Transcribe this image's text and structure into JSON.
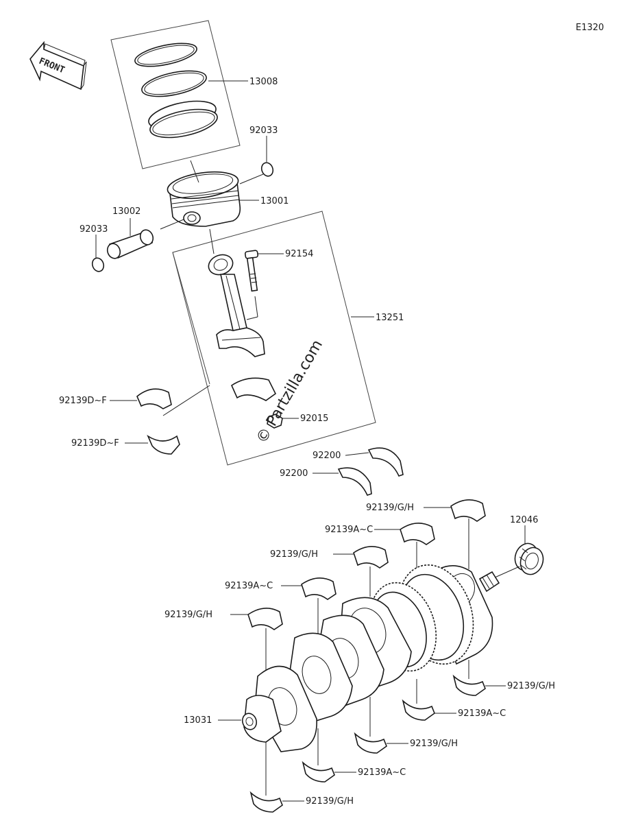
{
  "diagram_code": "E1320",
  "front_label": "FRONT",
  "watermark": "© Partzilla.com",
  "callouts": {
    "c13008": "13008",
    "c92033_right": "92033",
    "c13001": "13001",
    "c13002": "13002",
    "c92033_left": "92033",
    "c92154": "92154",
    "c13251": "13251",
    "c92139DF_1": "92139D~F",
    "c92139DF_2": "92139D~F",
    "c92015": "92015",
    "c92200_1": "92200",
    "c92200_2": "92200",
    "c92139GH_1": "92139/G/H",
    "c12046": "12046",
    "c92139AC_1": "92139A~C",
    "c92139GH_2": "92139/G/H",
    "c92139AC_2": "92139A~C",
    "c92139GH_3": "92139/G/H",
    "c92139GH_4": "92139/G/H",
    "c13031": "13031",
    "c92139AC_3": "92139A~C",
    "c92139GH_5": "92139/G/H",
    "c92139AC_4": "92139A~C",
    "c92139GH_6": "92139/G/H"
  }
}
